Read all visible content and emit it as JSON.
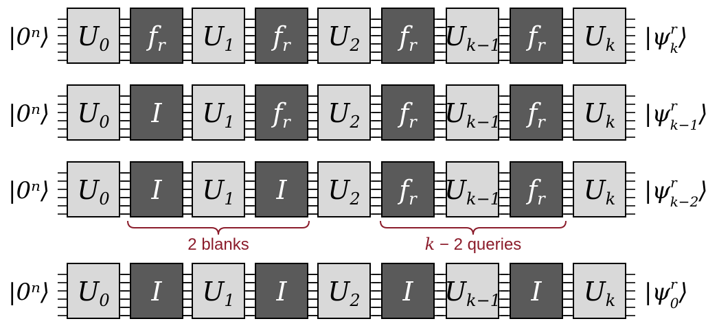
{
  "colors": {
    "light_gate": "#d9d9d9",
    "dark_gate": "#5a5a5a",
    "brace": "#8b1c2b"
  },
  "rows": [
    {
      "input": "|0ⁿ⟩",
      "output": {
        "main": "|ψ",
        "sub": "k",
        "sup": "r",
        "close": "⟩"
      },
      "gates": [
        {
          "kind": "light",
          "main": "U",
          "sub": "0"
        },
        {
          "kind": "dark",
          "main": "f",
          "sub": "r"
        },
        {
          "kind": "light",
          "main": "U",
          "sub": "1"
        },
        {
          "kind": "dark",
          "main": "f",
          "sub": "r"
        },
        {
          "kind": "light",
          "main": "U",
          "sub": "2"
        },
        {
          "kind": "dark",
          "main": "f",
          "sub": "r"
        },
        {
          "kind": "light",
          "main": "U",
          "sub": "k−1"
        },
        {
          "kind": "dark",
          "main": "f",
          "sub": "r"
        },
        {
          "kind": "light",
          "main": "U",
          "sub": "k"
        }
      ]
    },
    {
      "input": "|0ⁿ⟩",
      "output": {
        "main": "|ψ",
        "sub": "k−1",
        "sup": "r",
        "close": "⟩"
      },
      "gates": [
        {
          "kind": "light",
          "main": "U",
          "sub": "0"
        },
        {
          "kind": "dark",
          "main": "I",
          "sub": ""
        },
        {
          "kind": "light",
          "main": "U",
          "sub": "1"
        },
        {
          "kind": "dark",
          "main": "f",
          "sub": "r"
        },
        {
          "kind": "light",
          "main": "U",
          "sub": "2"
        },
        {
          "kind": "dark",
          "main": "f",
          "sub": "r"
        },
        {
          "kind": "light",
          "main": "U",
          "sub": "k−1"
        },
        {
          "kind": "dark",
          "main": "f",
          "sub": "r"
        },
        {
          "kind": "light",
          "main": "U",
          "sub": "k"
        }
      ]
    },
    {
      "input": "|0ⁿ⟩",
      "output": {
        "main": "|ψ",
        "sub": "k−2",
        "sup": "r",
        "close": "⟩"
      },
      "gates": [
        {
          "kind": "light",
          "main": "U",
          "sub": "0"
        },
        {
          "kind": "dark",
          "main": "I",
          "sub": ""
        },
        {
          "kind": "light",
          "main": "U",
          "sub": "1"
        },
        {
          "kind": "dark",
          "main": "I",
          "sub": ""
        },
        {
          "kind": "light",
          "main": "U",
          "sub": "2"
        },
        {
          "kind": "dark",
          "main": "f",
          "sub": "r"
        },
        {
          "kind": "light",
          "main": "U",
          "sub": "k−1"
        },
        {
          "kind": "dark",
          "main": "f",
          "sub": "r"
        },
        {
          "kind": "light",
          "main": "U",
          "sub": "k"
        }
      ]
    },
    {
      "input": "|0ⁿ⟩",
      "output": {
        "main": "|ψ",
        "sub": "0",
        "sup": "r",
        "close": "⟩"
      },
      "gates": [
        {
          "kind": "light",
          "main": "U",
          "sub": "0"
        },
        {
          "kind": "dark",
          "main": "I",
          "sub": ""
        },
        {
          "kind": "light",
          "main": "U",
          "sub": "1"
        },
        {
          "kind": "dark",
          "main": "I",
          "sub": ""
        },
        {
          "kind": "light",
          "main": "U",
          "sub": "2"
        },
        {
          "kind": "dark",
          "main": "I",
          "sub": ""
        },
        {
          "kind": "light",
          "main": "U",
          "sub": "k−1"
        },
        {
          "kind": "dark",
          "main": "I",
          "sub": ""
        },
        {
          "kind": "light",
          "main": "U",
          "sub": "k"
        }
      ]
    }
  ],
  "braces": [
    {
      "label_prefix": "",
      "label": "2 blanks"
    },
    {
      "label_prefix": "k",
      "label": " − 2 queries"
    }
  ]
}
